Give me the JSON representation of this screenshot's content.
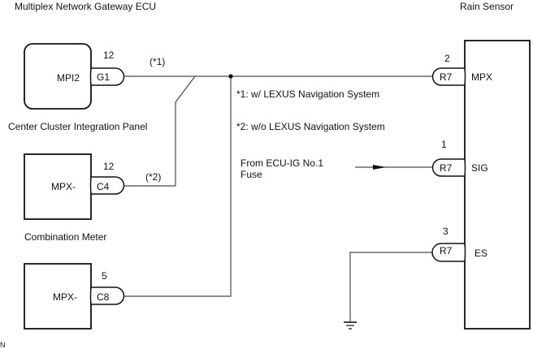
{
  "components": {
    "gateway_ecu": {
      "title": "Multiplex Network Gateway ECU",
      "terminal": "MPI2",
      "connector": "G1",
      "pin": "12"
    },
    "center_cluster": {
      "title": "Center Cluster Integration Panel",
      "terminal": "MPX-",
      "connector": "C4",
      "pin": "12"
    },
    "combination_meter": {
      "title": "Combination Meter",
      "terminal": "MPX-",
      "connector": "C8",
      "pin": "5"
    },
    "rain_sensor": {
      "title": "Rain Sensor",
      "terminals": [
        {
          "name": "MPX",
          "connector": "R7",
          "pin": "2"
        },
        {
          "name": "SIG",
          "connector": "R7",
          "pin": "1"
        },
        {
          "name": "ES",
          "connector": "R7",
          "pin": "3"
        }
      ]
    }
  },
  "wire_tags": {
    "nav": "(*1)",
    "no_nav": "(*2)"
  },
  "notes": [
    "*1: w/ LEXUS Navigation System",
    "*2: w/o LEXUS Navigation System"
  ],
  "power_source": {
    "line1": "From ECU-IG No.1",
    "line2": "Fuse"
  },
  "corner_mark": "N"
}
